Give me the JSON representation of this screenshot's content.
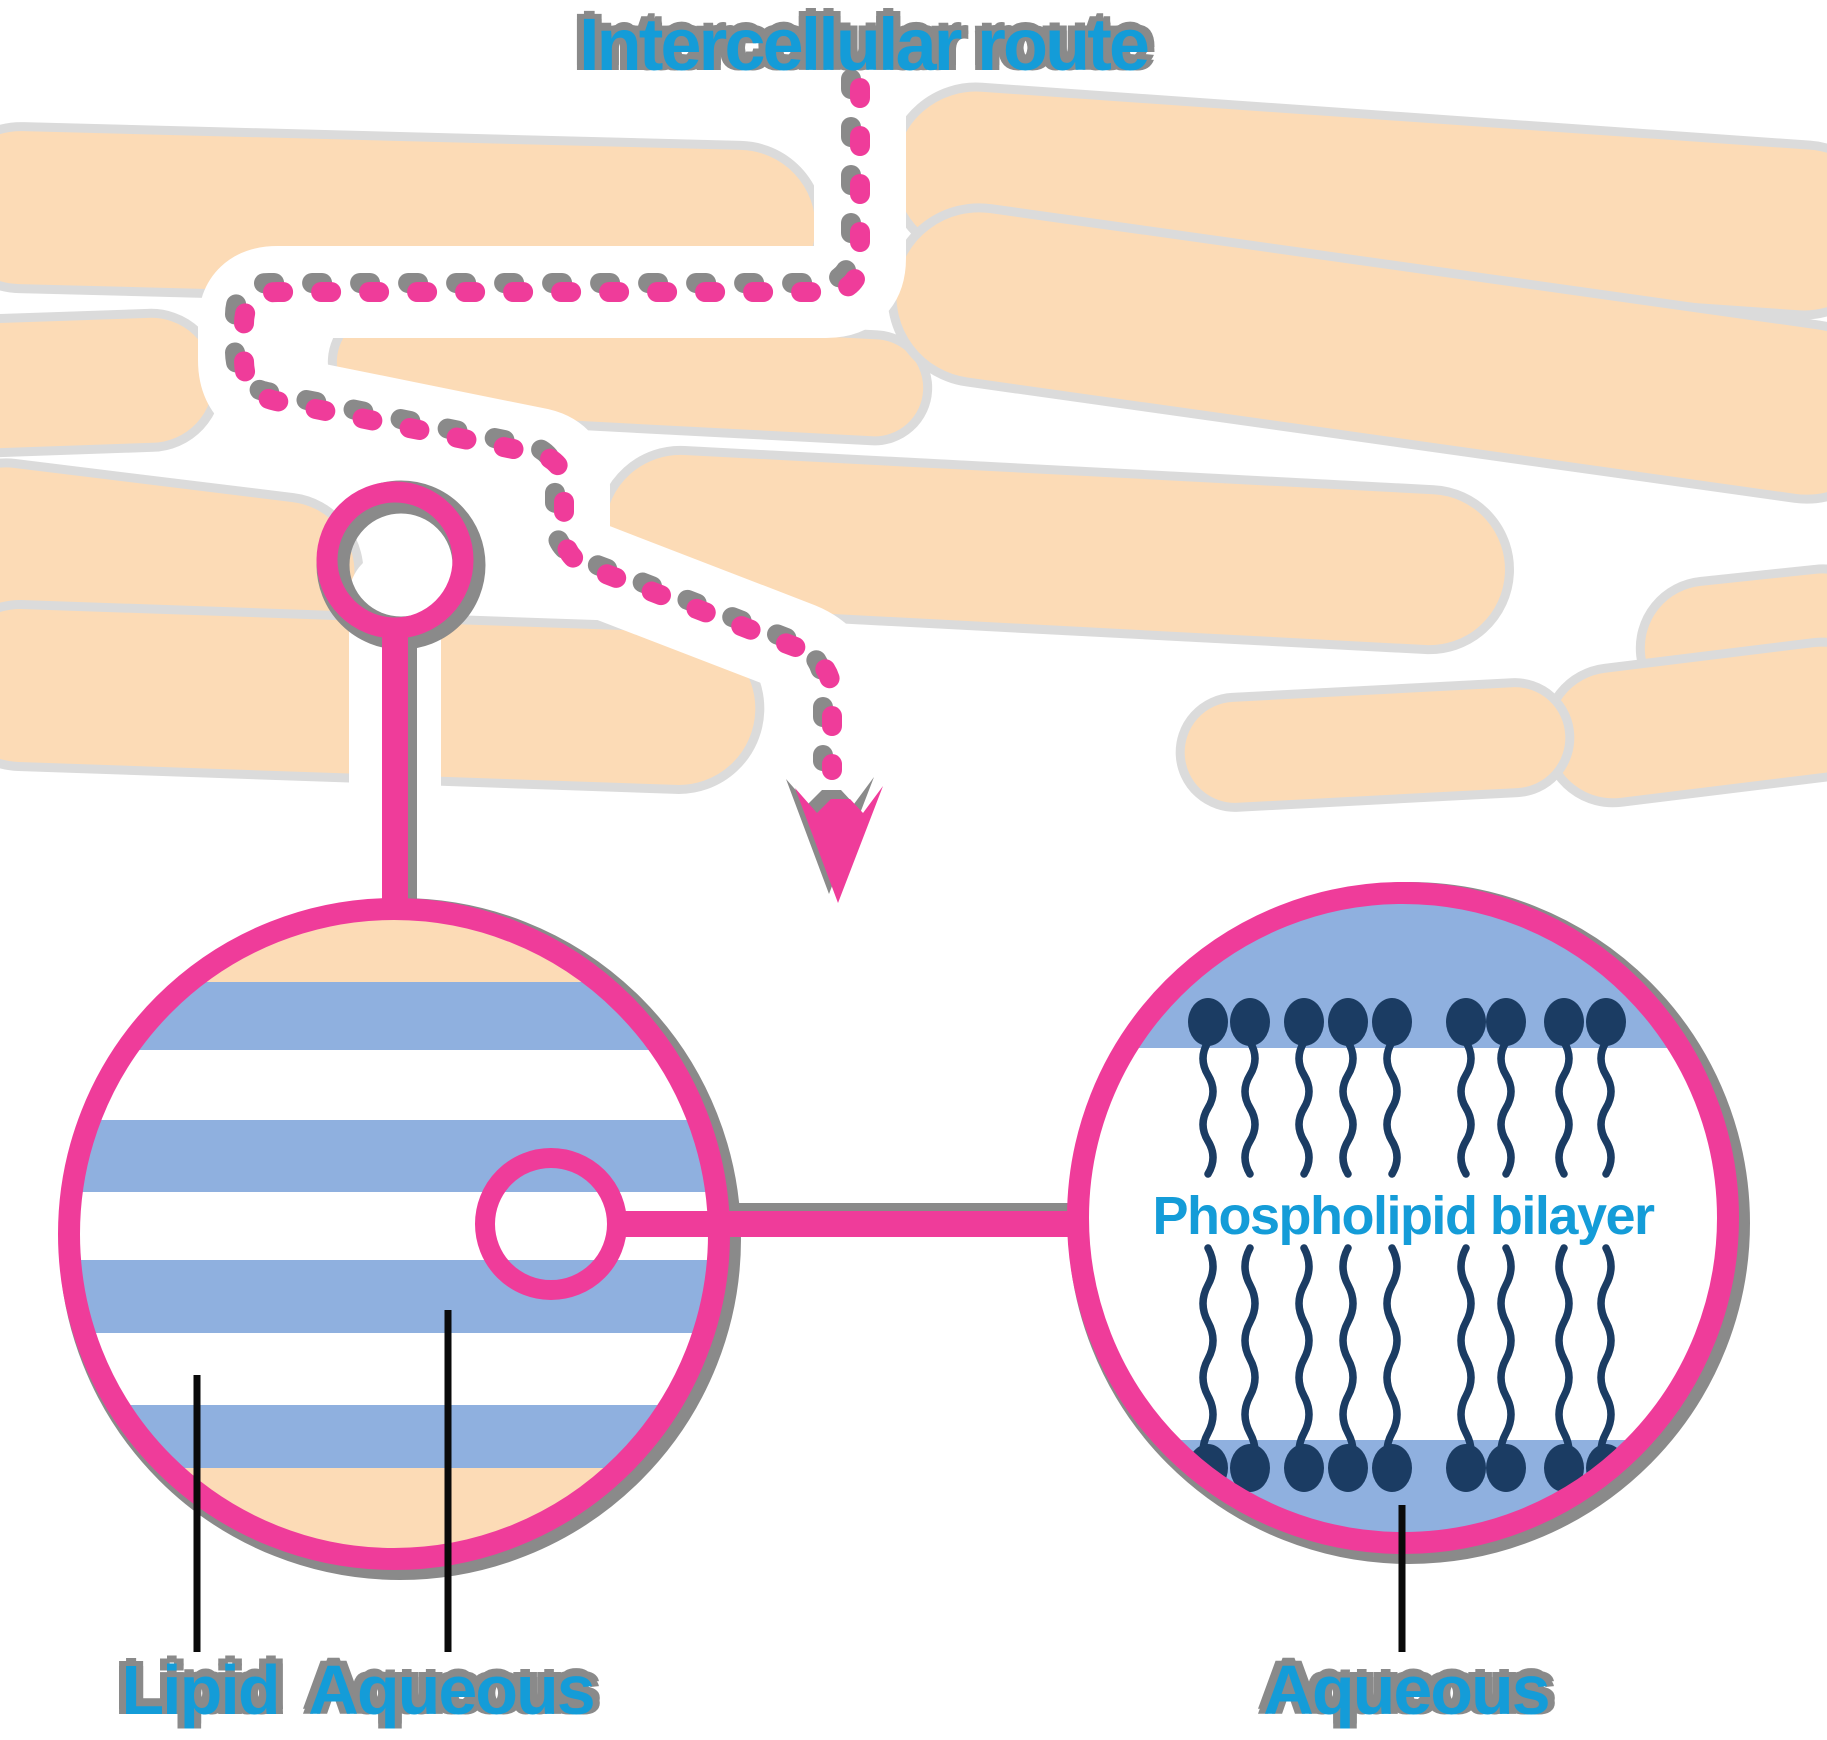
{
  "title": {
    "text": "Intercellular route"
  },
  "insets": {
    "left": {
      "description": "magnified lamellar lipid matrix between corneocytes",
      "lipid_label": "Lipid",
      "aqueous_label": "Aqueous"
    },
    "right": {
      "description": "magnified phospholipid bilayer",
      "center_label": "Phospholipid bilayer",
      "aqueous_label": "Aqueous"
    }
  },
  "colors": {
    "route_pink": "#EF3C9A",
    "shadow_gray": "#8A8A8A",
    "cell_peach": "#FCDBB6",
    "cell_outline": "#DBDBDB",
    "aqueous_blue": "#8FB0DF",
    "phospholipid_navy": "#1B3C63",
    "label_blue": "#149CD8",
    "pointer_black": "#0A0A0A"
  }
}
